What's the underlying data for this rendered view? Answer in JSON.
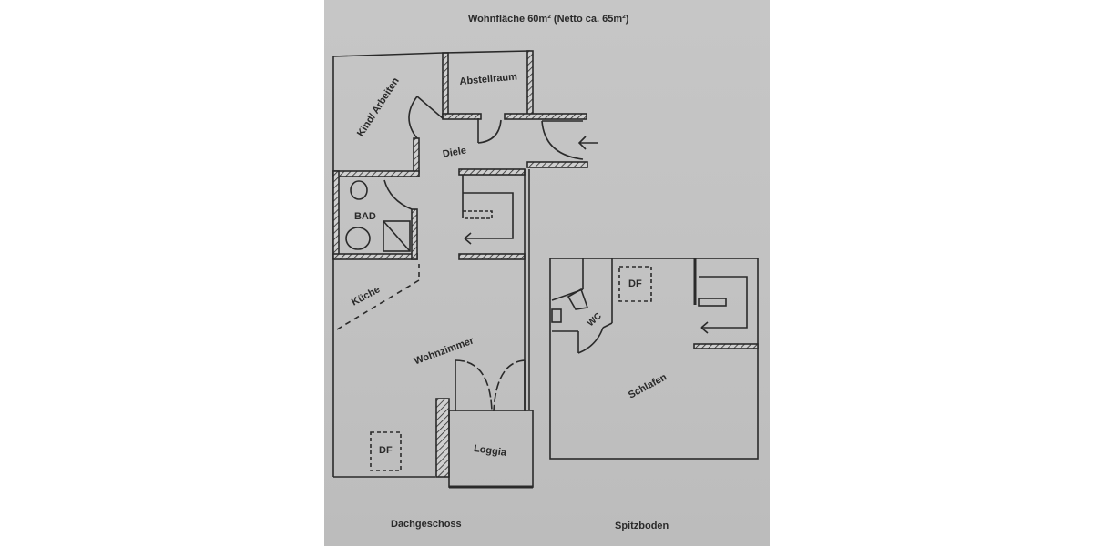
{
  "document": {
    "title": "Wohnfläche 60m² (Netto ca. 65m²)",
    "background_color": "#c3c3c3",
    "line_color": "#2a2a2a"
  },
  "floors": [
    {
      "name": "Dachgeschoss",
      "rooms": [
        {
          "label": "Kind/ Arbeiten"
        },
        {
          "label": "Abstellraum"
        },
        {
          "label": "Diele"
        },
        {
          "label": "BAD"
        },
        {
          "label": "Küche"
        },
        {
          "label": "Wohnzimmer"
        },
        {
          "label": "DF"
        },
        {
          "label": "Loggia"
        }
      ]
    },
    {
      "name": "Spitzboden",
      "rooms": [
        {
          "label": "DF"
        },
        {
          "label": "WC"
        },
        {
          "label": "Schlafen"
        }
      ]
    }
  ]
}
